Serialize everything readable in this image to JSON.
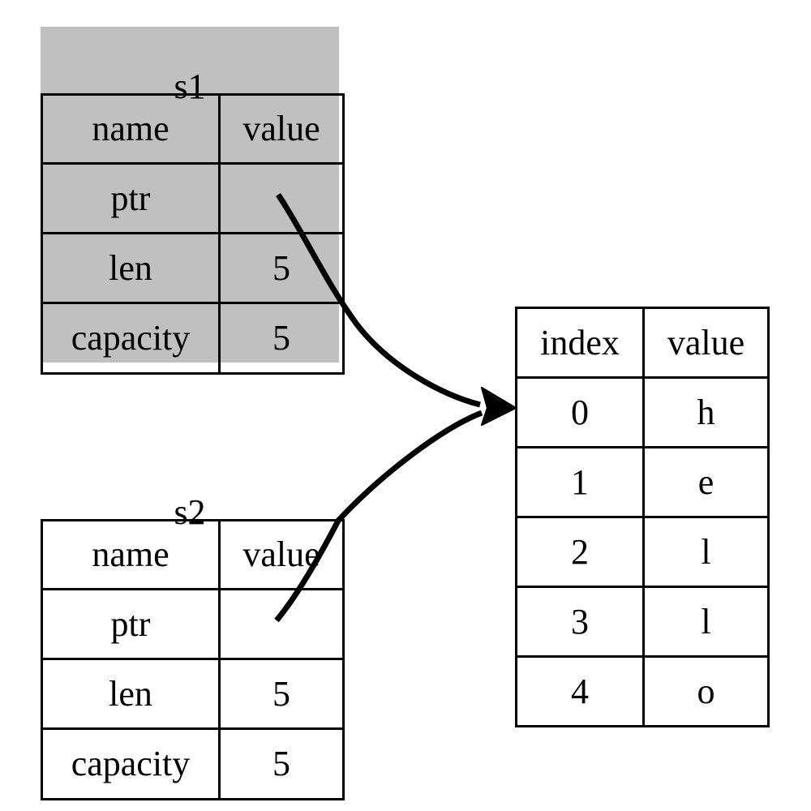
{
  "diagram": {
    "title_s1": "s1",
    "title_s2": "s2",
    "background_color": "#ffffff",
    "line_color": "#000000",
    "shaded_fill": "#c0c0c0"
  },
  "s1": {
    "label": "s1",
    "headers": {
      "name": "name",
      "value": "value"
    },
    "rows": [
      {
        "name": "ptr",
        "value": ""
      },
      {
        "name": "len",
        "value": "5"
      },
      {
        "name": "capacity",
        "value": "5"
      }
    ]
  },
  "s2": {
    "label": "s2",
    "headers": {
      "name": "name",
      "value": "value"
    },
    "rows": [
      {
        "name": "ptr",
        "value": ""
      },
      {
        "name": "len",
        "value": "5"
      },
      {
        "name": "capacity",
        "value": "5"
      }
    ]
  },
  "heap": {
    "headers": {
      "index": "index",
      "value": "value"
    },
    "rows": [
      {
        "index": "0",
        "value": "h"
      },
      {
        "index": "1",
        "value": "e"
      },
      {
        "index": "2",
        "value": "l"
      },
      {
        "index": "3",
        "value": "l"
      },
      {
        "index": "4",
        "value": "o"
      }
    ]
  },
  "edges": [
    {
      "from": "s1-ptr",
      "to": "heap-row-0"
    },
    {
      "from": "s2-ptr",
      "to": "heap-row-0"
    }
  ]
}
